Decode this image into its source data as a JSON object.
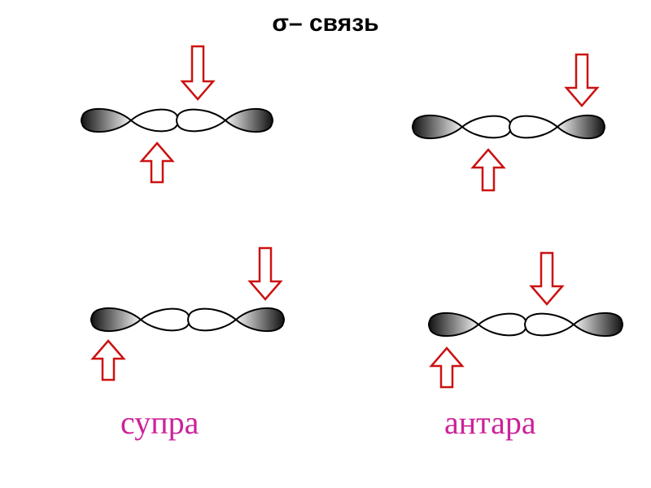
{
  "title": "σ– связь",
  "captions": {
    "left": "супра",
    "right": "антара"
  },
  "colors": {
    "arrow": "#cc1111",
    "caption": "#cc2299",
    "outline": "#000000",
    "lobe_dark": "#111111",
    "lobe_light": "#ffffff"
  },
  "icons": {
    "arrow_down": "hollow-arrow-down-icon",
    "arrow_up": "hollow-arrow-up-icon"
  }
}
